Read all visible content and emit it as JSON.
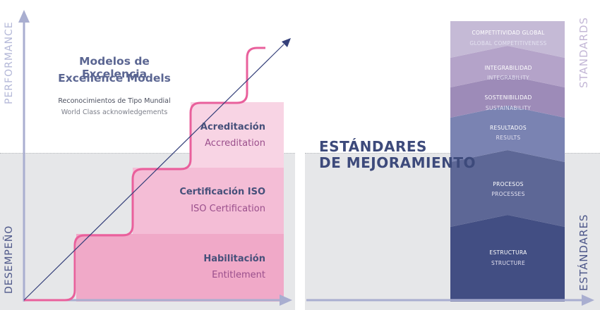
{
  "left_panel": {
    "axis_top_label": "PERFORMANCE",
    "axis_bottom_label": "DESEMPEÑO",
    "title_es": "Modelos de Excelencia",
    "title_en": "Excellence Models",
    "subtitle_es": "Reconocimientos de Tipo Mundial",
    "subtitle_en": "World Class acknowledgements",
    "steps": [
      {
        "es": "Acreditación",
        "en": "Accreditation"
      },
      {
        "es": "Certificación ISO",
        "en": "ISO Certification"
      },
      {
        "es": "Habilitación",
        "en": "Entitlement"
      }
    ]
  },
  "right_panel": {
    "title_line1": "ESTÁNDARES",
    "title_line2": "DE MEJORAMIENTO",
    "axis_top_label": "STANDARDS",
    "axis_bottom_label": "ESTÁNDARES",
    "tower": [
      {
        "es": "COMPETITIVIDAD GLOBAL",
        "en": "GLOBAL COMPETITIVENESS",
        "color": "#c5bad6"
      },
      {
        "es": "INTEGRABILIDAD",
        "en": "INTEGRABILITY",
        "color": "#b4a3c9"
      },
      {
        "es": "SOSTENIBILIDAD",
        "en": "SUSTAINABILITY",
        "color": "#9d8bb8"
      },
      {
        "es": "RESULTADOS",
        "en": "RESULTS",
        "color": "#7a83b2"
      },
      {
        "es": "PROCESOS",
        "en": "PROCESSES",
        "color": "#5d6796"
      },
      {
        "es": "ESTRUCTURA",
        "en": "STRUCTURE",
        "color": "#424e83"
      }
    ]
  },
  "colors": {
    "axis": "#a9aed0",
    "pink_line": "#e9609c",
    "pink_light": "#f8d4e4",
    "pink_mid": "#f4bdd6",
    "pink_dark": "#f0a9c8",
    "arrow": "#35407a",
    "grey_band": "#e6e7e9"
  }
}
